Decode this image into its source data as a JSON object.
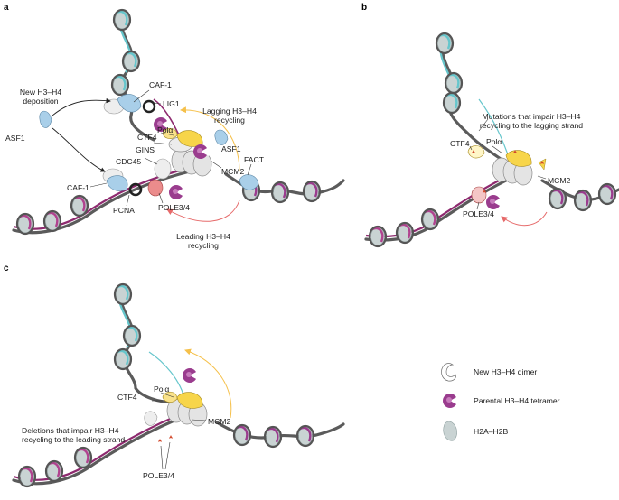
{
  "panels": [
    {
      "id": "a",
      "label": "a",
      "labels": {
        "new_deposition": "New H3–H4\ndeposition",
        "asf1_left": "ASF1",
        "caf1_top": "CAF-1",
        "lig1": "LIG1",
        "lagging_recycling": "Lagging H3–H4\nrecycling",
        "pola": "Polα",
        "ctf4": "CTF4",
        "gins": "GINS",
        "cdc45": "CDC45",
        "asf1_right": "ASF1",
        "mcm2": "MCM2",
        "fact": "FACT",
        "caf1_bottom": "CAF-1",
        "pcna": "PCNA",
        "pole34": "POLE3/4",
        "leading_recycling": "Leading H3–H4\nrecycling"
      }
    },
    {
      "id": "b",
      "label": "b",
      "labels": {
        "mutations": "Mutations that impair H3–H4\nrecycling to the lagging strand",
        "pola": "Polα",
        "ctf4": "CTF4",
        "mcm2": "MCM2",
        "pole34": "POLE3/4"
      }
    },
    {
      "id": "c",
      "label": "c",
      "labels": {
        "pola": "Polα",
        "ctf4": "CTF4",
        "mcm2": "MCM2",
        "deletions": "Deletions that impair H3–H4\nrecycling to the leading strand",
        "pole34": "POLE3/4"
      }
    }
  ],
  "legend": [
    {
      "key": "new_dimer",
      "label": "New H3–H4 dimer",
      "icon": "new-dimer-icon"
    },
    {
      "key": "parental_tetramer",
      "label": "Parental H3–H4 tetramer",
      "icon": "parental-tetramer-icon"
    },
    {
      "key": "h2a_h2b",
      "label": "H2A–H2B",
      "icon": "h2a-h2b-icon"
    }
  ],
  "colors": {
    "lagging_arrow": "#f5c04a",
    "leading_arrow": "#e66a6a",
    "parental": "#9a3c8e",
    "new_strand_cyan": "#66c6cc",
    "mutation_star": "#d2482b"
  }
}
